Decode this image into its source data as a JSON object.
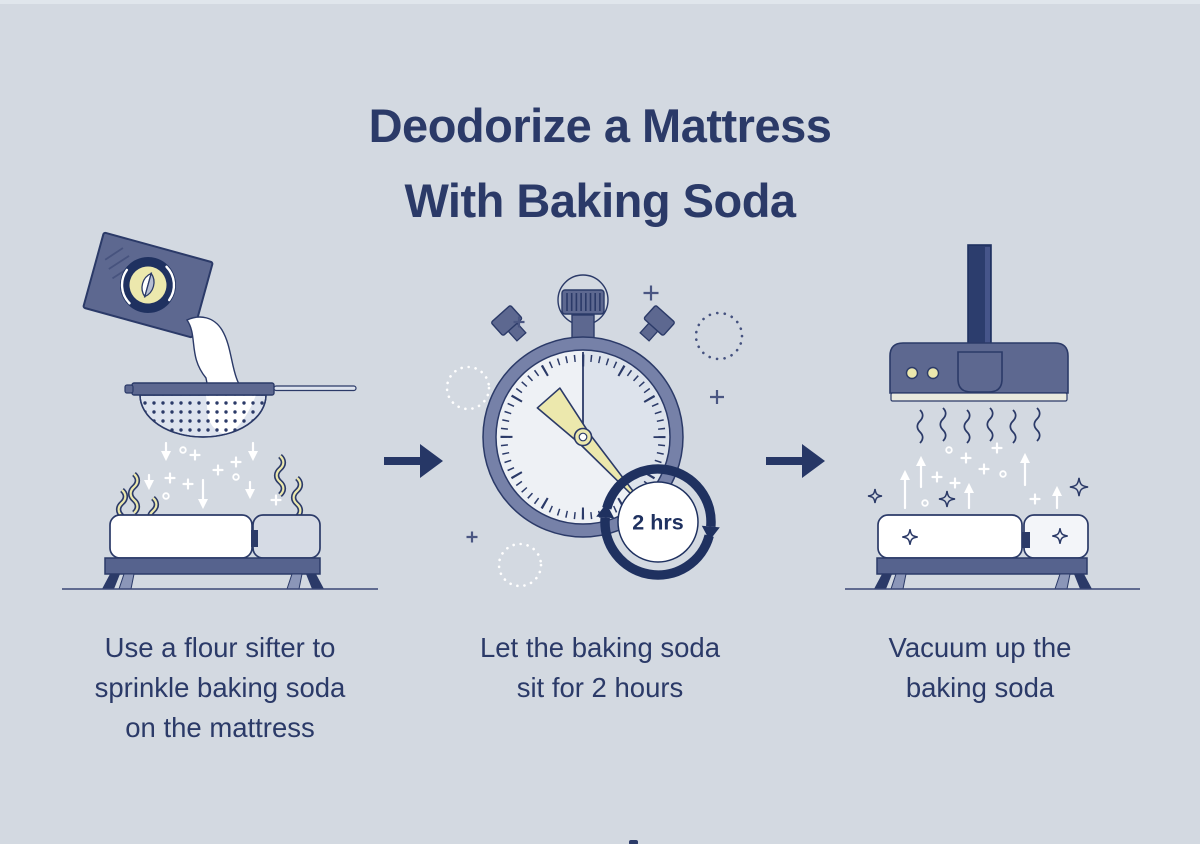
{
  "infographic": {
    "title_line1": "Deodorize a Mattress",
    "title_line2": "With Baking Soda"
  },
  "steps": [
    {
      "name": "sprinkle-baking-soda",
      "illustration": "baking-soda-box-pouring-into-flour-sifter-over-mattress",
      "caption_lines": [
        "Use a flour sifter to",
        "sprinkle baking soda",
        "on the mattress"
      ]
    },
    {
      "name": "wait-two-hours",
      "illustration": "stopwatch-with-cycle-badge",
      "badge_label": "2 hrs",
      "caption_lines": [
        "Let the baking soda",
        "sit for 2 hours"
      ]
    },
    {
      "name": "vacuum",
      "illustration": "vacuum-head-over-sparkling-mattress",
      "caption_lines": [
        "Vacuum up the",
        "baking soda"
      ]
    }
  ],
  "colors": {
    "bg": "#d3d9e1",
    "navy": "#2b3a68",
    "navy_dark": "#1f3160",
    "slate": "#5d6890",
    "ring": "#7681a8",
    "face": "#eef1f5",
    "face_shade": "#dde3ec",
    "cream": "#ece8ad",
    "tint": "#d6dbe5",
    "base": "#56638e",
    "leg_light": "#8b96b8",
    "strip": "#e9e9de",
    "arrow": "#263766"
  }
}
